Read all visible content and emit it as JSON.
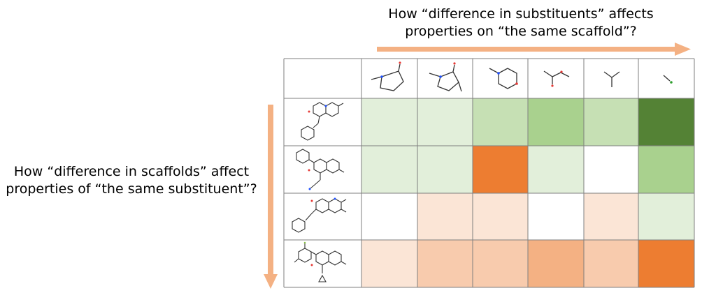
{
  "top_caption": {
    "line1": "How “difference in substituents” affects",
    "line2": "properties on “the same scaffold”?"
  },
  "left_caption": {
    "line1": "How “difference in scaffolds” affect",
    "line2": "properties of “the same substituent”?"
  },
  "colors": {
    "arrow": "#f4b183",
    "grid_line": "#7f7f7f",
    "scale": {
      "white": "#ffffff",
      "green_1": "#e2efda",
      "green_2": "#c6e0b4",
      "green_3": "#a9d18e",
      "green_4": "#548235",
      "orange_1": "#fbe5d6",
      "orange_2": "#f8cbad",
      "orange_3": "#f4b183",
      "orange_4": "#ed7d31"
    }
  },
  "substituents": [
    "n-methyl-pyrrolidinone",
    "n-methyl-methylpyrrolidinone",
    "n-methyl-morpholine",
    "methyl-acetate",
    "isopropyl",
    "chloromethyl"
  ],
  "scaffolds": [
    "benzyl-quinoxalinone",
    "phenyl-cyanomethyl-quinoxalinone",
    "phenethyl-naphthyridinone",
    "difluorophenyl-cyclopropyl-quinolinone"
  ],
  "heatmap": [
    [
      "green_1",
      "green_1",
      "green_2",
      "green_3",
      "green_2",
      "green_4"
    ],
    [
      "green_1",
      "green_1",
      "orange_4",
      "green_1",
      "white",
      "green_3"
    ],
    [
      "white",
      "orange_1",
      "orange_1",
      "white",
      "orange_1",
      "green_1"
    ],
    [
      "orange_1",
      "orange_2",
      "orange_2",
      "orange_3",
      "orange_2",
      "orange_4"
    ]
  ]
}
